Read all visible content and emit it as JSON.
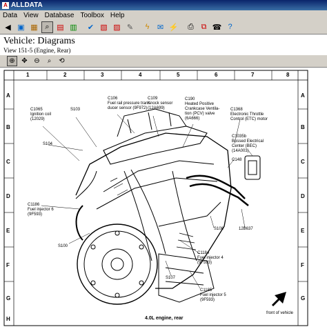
{
  "window": {
    "title": "ALLDATA"
  },
  "menu": [
    "Data",
    "View",
    "Database",
    "Toolbox",
    "Help"
  ],
  "toolbar": {
    "icons": [
      "back-icon",
      "save-icon",
      "print-icon",
      "search-icon",
      "bookmark-icon",
      "book-icon",
      "vehicle-icon",
      "pdf-icon",
      "open-icon",
      "repair-icon",
      "lightning-icon",
      "mail-icon",
      "wiring-icon",
      "printer-icon",
      "copy-icon",
      "phone-icon",
      "help-icon"
    ]
  },
  "header": {
    "title": "Vehicle: Diagrams",
    "subtitle": "View 151-5 (Engine, Rear)"
  },
  "diagram": {
    "grid_cols": [
      "1",
      "2",
      "3",
      "4",
      "5",
      "6",
      "7",
      "8"
    ],
    "grid_rows": [
      "A",
      "B",
      "C",
      "D",
      "E",
      "F",
      "G",
      "H"
    ],
    "callouts": {
      "c1065": "C1065",
      "ign_coil": "Ignition coil",
      "ign_num": "(12029)",
      "s103": "S103",
      "c106": "C106",
      "fuel_rail": "Fuel rail pressure trans-",
      "ducer": "ducer sensor",
      "ducer_num": "(9F972)",
      "c109": "C109",
      "knock": "Knock sensor",
      "knock_num": "(12A699)",
      "c190": "C190",
      "pcv1": "Heated Positive",
      "pcv2": "Crankcase Ventila-",
      "pcv3": "tion (PCV) valve",
      "pcv_num": "(6A666)",
      "c1368": "C1368",
      "etc1": "Electronic Throttle",
      "etc2": "Control (ETC) motor",
      "s104": "S104",
      "c1035b": "C1035b",
      "bec1": "Bussed Electrical",
      "bec2": "Center (BEC)",
      "bec_num": "(14A003)",
      "c148": "C148",
      "c1186": "C1186",
      "inj6": "Fuel injector 6",
      "inj6_num": "(9F593)",
      "s108": "S108",
      "num_12b637": "12B637",
      "s100": "S100",
      "c1184": "C1184",
      "inj4": "Fuel injector 4",
      "inj4_num": "(9F593)",
      "s107": "S107",
      "c1185": "C1185",
      "inj5": "Fuel injector 5",
      "inj5_num": "(9F593)"
    },
    "caption": "4.0L engine, rear",
    "front_label": "front of vehicle"
  }
}
